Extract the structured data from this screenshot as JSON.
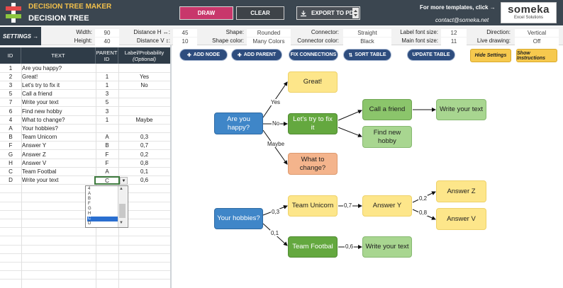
{
  "header": {
    "app_title": "DECISION TREE MAKER",
    "sheet_title": "DECISION TREE",
    "draw_label": "DRAW",
    "clear_label": "CLEAR",
    "pdf_label": "EXPORT TO PDF",
    "more_templates": "For more templates, click →",
    "contact": "contact@someka.net",
    "brand_name": "someka",
    "brand_sub": "Excel Solutions"
  },
  "settings": {
    "label": "SETTINGS →",
    "width_label": "Width:",
    "width_value": "90",
    "height_label": "Height:",
    "height_value": "40",
    "dist_h_label": "Distance H ↔:",
    "dist_h_value": "45",
    "dist_v_label": "Distance V ↕:",
    "dist_v_value": "10",
    "shape_label": "Shape:",
    "shape_value": "Rounded",
    "shape_color_label": "Shape color:",
    "shape_color_value": "Many Colors",
    "connector_label": "Connector:",
    "connector_value": "Straight",
    "connector_color_label": "Connector color:",
    "connector_color_value": "Black",
    "label_font_label": "Label font size:",
    "label_font_value": "12",
    "main_font_label": "Main font size:",
    "main_font_value": "11",
    "direction_label": "Direction:",
    "direction_value": "Vertical",
    "live_label": "Live drawing:",
    "live_value": "Off"
  },
  "table": {
    "headers": {
      "id": "ID",
      "text": "TEXT",
      "parent": "PARENT",
      "parent2": "ID",
      "label": "Label/Probability",
      "label2": "(Optional)"
    },
    "rows": [
      {
        "id": "1",
        "text": "Are you happy?",
        "parent": "",
        "label": ""
      },
      {
        "id": "2",
        "text": "Great!",
        "parent": "1",
        "label": "Yes"
      },
      {
        "id": "3",
        "text": "Let's try to fix it",
        "parent": "1",
        "label": "No"
      },
      {
        "id": "5",
        "text": "Call a friend",
        "parent": "3",
        "label": ""
      },
      {
        "id": "7",
        "text": "Write your text",
        "parent": "5",
        "label": ""
      },
      {
        "id": "6",
        "text": "Find new hobby",
        "parent": "3",
        "label": ""
      },
      {
        "id": "4",
        "text": "What to change?",
        "parent": "1",
        "label": "Maybe"
      },
      {
        "id": "A",
        "text": "Your hobbies?",
        "parent": "",
        "label": ""
      },
      {
        "id": "B",
        "text": "Team Unicorn",
        "parent": "A",
        "label": "0,3"
      },
      {
        "id": "F",
        "text": "Answer Y",
        "parent": "B",
        "label": "0,7"
      },
      {
        "id": "G",
        "text": "Answer Z",
        "parent": "F",
        "label": "0,2"
      },
      {
        "id": "H",
        "text": "Answer V",
        "parent": "F",
        "label": "0,8"
      },
      {
        "id": "C",
        "text": "Team Footbal",
        "parent": "A",
        "label": "0,1"
      },
      {
        "id": "D",
        "text": "Write your text",
        "parent": "C",
        "label": "0,6"
      }
    ]
  },
  "dropdown": {
    "options": [
      "4",
      "A",
      "B",
      "F",
      "G",
      "H",
      "C",
      "D"
    ],
    "selected": "C"
  },
  "toolbar": {
    "add_node": "ADD NODE",
    "add_parent": "ADD PARENT",
    "fix_connections": "FIX CONNECTIONS",
    "sort_table": "SORT TABLE",
    "update_table": "UPDATE TABLE",
    "hide_settings": "Hide Settings",
    "show_instructions": "Show Instructions"
  },
  "tree": {
    "nodes": {
      "n1": "Are you happy?",
      "n2": "Great!",
      "n3": "Let's try to fix it",
      "n5": "Call a friend",
      "n7": "Write your text",
      "n6": "Find new hobby",
      "n4": "What to change?",
      "nA": "Your hobbies?",
      "nB": "Team Unicorn",
      "nF": "Answer Y",
      "nG": "Answer Z",
      "nH": "Answer V",
      "nC": "Team Footbal",
      "nD": "Write your text"
    },
    "edge_labels": {
      "yes": "Yes",
      "no": "No",
      "maybe": "Maybe",
      "ab": "0,3",
      "bf": "0,7",
      "fg": "0,2",
      "fh": "0,8",
      "ac": "0,1",
      "cd": "0,6"
    }
  },
  "colors": {
    "header_bg": "#3b4650",
    "draw": "#c8376b",
    "toolbar_btn": "#2e4d7e",
    "yellow_btn": "#f6c94e",
    "node_blue": "#3f86c8",
    "node_yellow": "#fde68a",
    "node_green": "#8bc56b",
    "node_dark_green": "#64a83f",
    "node_orange": "#f4b48c"
  }
}
